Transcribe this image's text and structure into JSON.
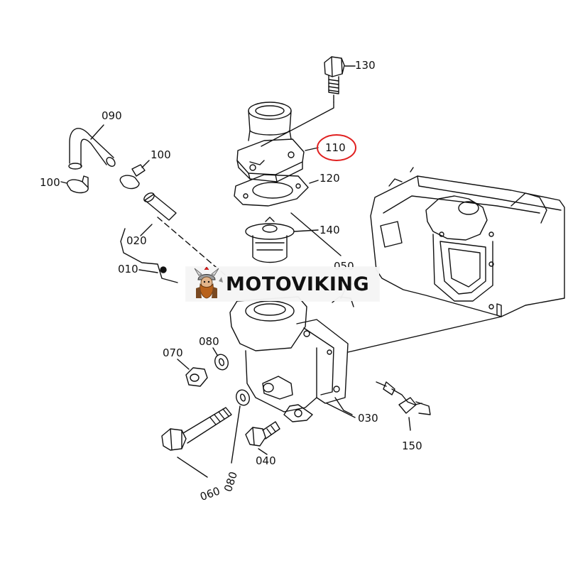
{
  "diagram": {
    "callouts": {
      "p130": "130",
      "p090": "090",
      "p110": "110",
      "p100a": "100",
      "p100b": "100",
      "p120": "120",
      "p140": "140",
      "p020": "020",
      "p010": "010",
      "p050": "050",
      "p070": "070",
      "p080a": "080",
      "p030": "030",
      "p150": "150",
      "p040": "040",
      "p080b": "080",
      "p060": "060"
    },
    "highlighted_part": "110",
    "highlight_color": "#e02020",
    "line_color": "#111111"
  },
  "watermark": {
    "brand": "MOTOVIKING",
    "logo_icon": "viking-mascot-icon"
  }
}
